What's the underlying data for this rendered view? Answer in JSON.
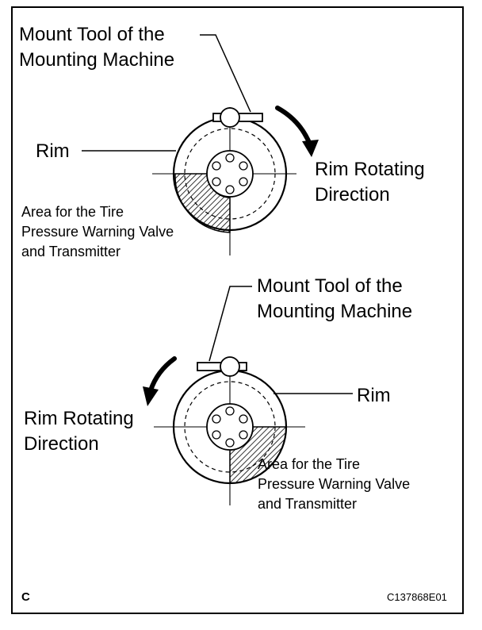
{
  "diagram_top": {
    "mount_tool_label": [
      "Mount Tool of the",
      "Mounting Machine"
    ],
    "rim_label": "Rim",
    "rotation_label": [
      "Rim Rotating",
      "Direction"
    ],
    "area_label": [
      "Area for the Tire",
      "Pressure Warning Valve",
      "and Transmitter"
    ]
  },
  "diagram_bottom": {
    "mount_tool_label": [
      "Mount Tool of the",
      "Mounting Machine"
    ],
    "rim_label": "Rim",
    "rotation_label": [
      "Rim Rotating",
      "Direction"
    ],
    "area_label": [
      "Area for the Tire",
      "Pressure Warning Valve",
      "and Transmitter"
    ]
  },
  "footer": {
    "corner_letter": "C",
    "figure_code": "C137868E01"
  }
}
